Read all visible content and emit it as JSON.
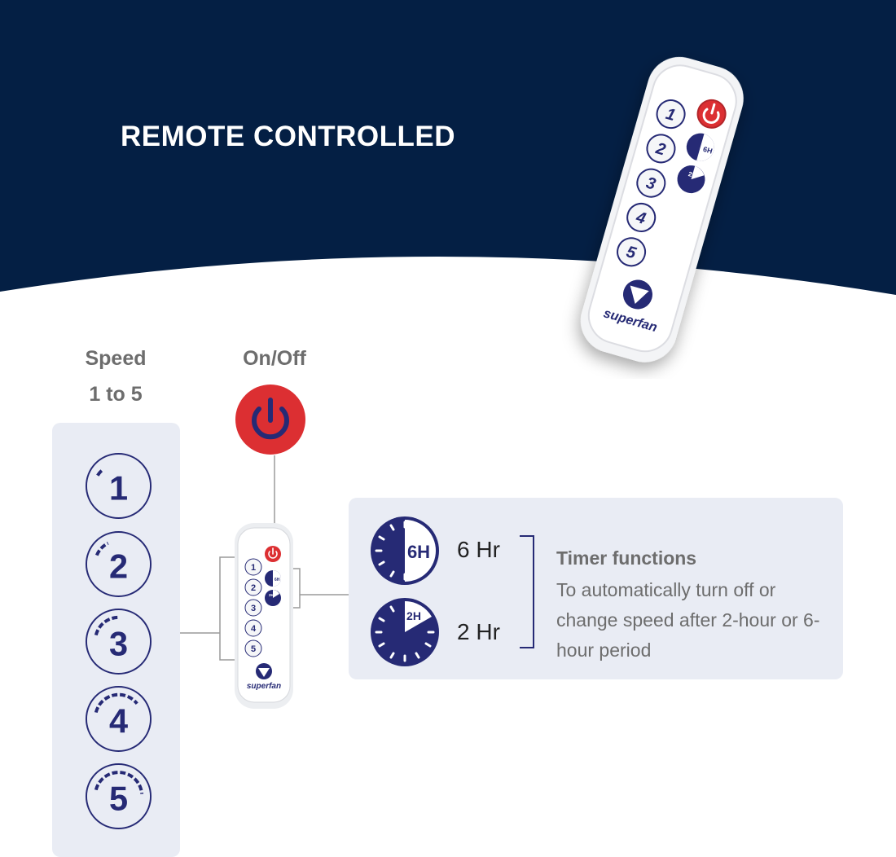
{
  "hero": {
    "title": "REMOTE CONTROLLED",
    "background_color": "#041f44",
    "remote_buttons": [
      "1",
      "2",
      "3",
      "4",
      "5"
    ],
    "remote_timer_buttons": [
      "6H",
      "2H"
    ],
    "brand": "superfan"
  },
  "speed": {
    "label_line1": "Speed",
    "label_line2": "1 to 5",
    "levels": [
      "1",
      "2",
      "3",
      "4",
      "5"
    ]
  },
  "power": {
    "label": "On/Off",
    "color": "#dc2f32",
    "icon": "power-icon"
  },
  "small_remote": {
    "buttons": [
      "1",
      "2",
      "3",
      "4",
      "5"
    ],
    "timer_buttons": [
      "6H",
      "2H"
    ],
    "brand": "superfan"
  },
  "timer": {
    "six_hour_icon_text": "6H",
    "six_hour_label": "6 Hr",
    "two_hour_icon_text": "2H",
    "two_hour_label": "2 Hr",
    "title": "Timer functions",
    "description": "To automatically turn off or change speed after 2-hour or 6-hour period"
  },
  "colors": {
    "navy": "#041f44",
    "icon_navy": "#262a75",
    "power_red": "#dc2f32",
    "panel_bg": "#e9ecf4",
    "label_gray": "#6d6d6d"
  }
}
